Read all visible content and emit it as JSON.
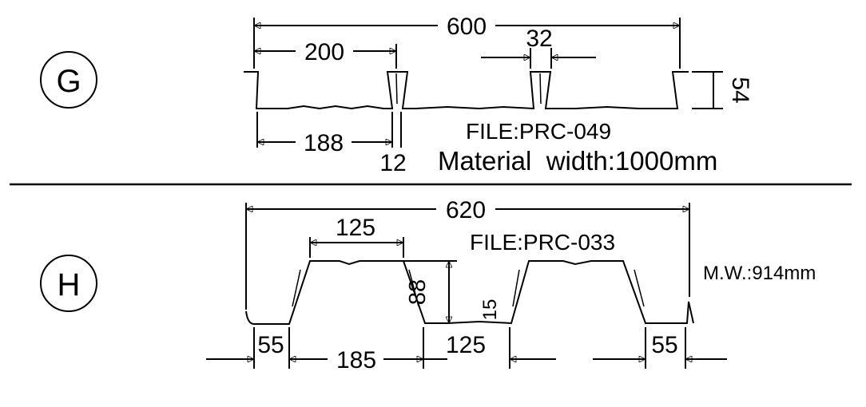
{
  "profile_g": {
    "label": "G",
    "dim_total": "600",
    "dim_pitch": "200",
    "dim_rib_top": "32",
    "dim_height": "54",
    "dim_pan": "188",
    "dim_rib_base": "12",
    "file": "FILE:PRC-049",
    "material": "Material  width:1000mm"
  },
  "profile_h": {
    "label": "H",
    "dim_total": "620",
    "dim_top": "125",
    "file": "FILE:PRC-033",
    "dim_height": "88",
    "dim_small": "15",
    "material": "M.W.:914mm",
    "dim_left_flange": "55",
    "dim_pitch": "185",
    "dim_bottom": "125",
    "dim_right_flange": "55"
  },
  "colors": {
    "ink": "#000000",
    "background": "#ffffff"
  }
}
